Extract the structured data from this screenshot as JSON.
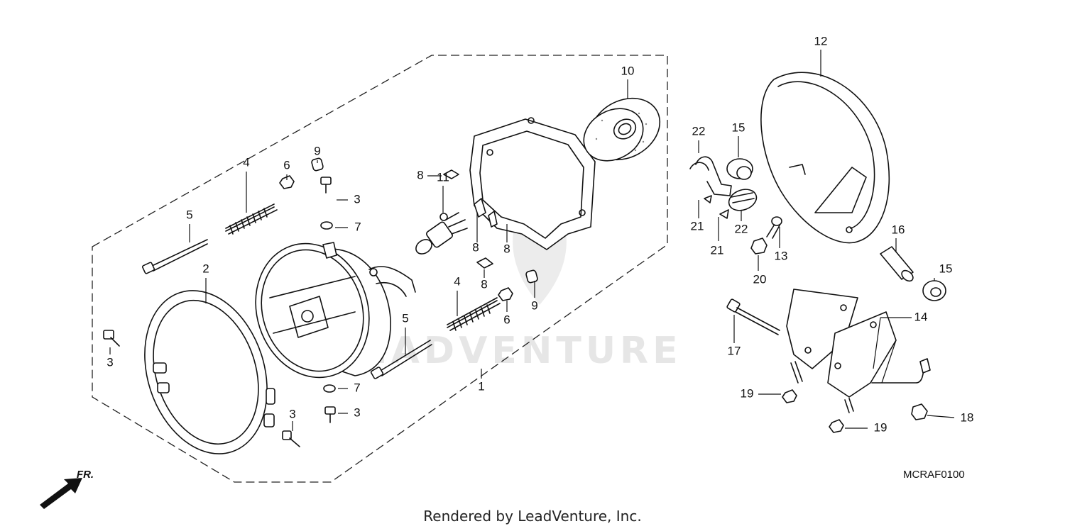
{
  "diagram_code": "MCRAF0100",
  "footer_text": "Rendered by LeadVenture, Inc.",
  "watermark_text": "LEADVENTURE",
  "direction_indicator": "FR.",
  "callouts": {
    "c1": "1",
    "c2": "2",
    "c3a": "3",
    "c3b": "3",
    "c3c": "3",
    "c3d": "3",
    "c4a": "4",
    "c4b": "4",
    "c5a": "5",
    "c5b": "5",
    "c6a": "6",
    "c6b": "6",
    "c7a": "7",
    "c7b": "7",
    "c8a": "8",
    "c8b": "8",
    "c8c": "8",
    "c8d": "8",
    "c9a": "9",
    "c9b": "9",
    "c10": "10",
    "c11": "11",
    "c12": "12",
    "c13": "13",
    "c14": "14",
    "c15a": "15",
    "c15b": "15",
    "c16": "16",
    "c17": "17",
    "c18": "18",
    "c19a": "19",
    "c19b": "19",
    "c20": "20",
    "c21a": "21",
    "c21b": "21",
    "c22a": "22",
    "c22b": "22"
  },
  "colors": {
    "line": "#111111",
    "background": "#ffffff",
    "watermark": "#e6e6e6"
  }
}
